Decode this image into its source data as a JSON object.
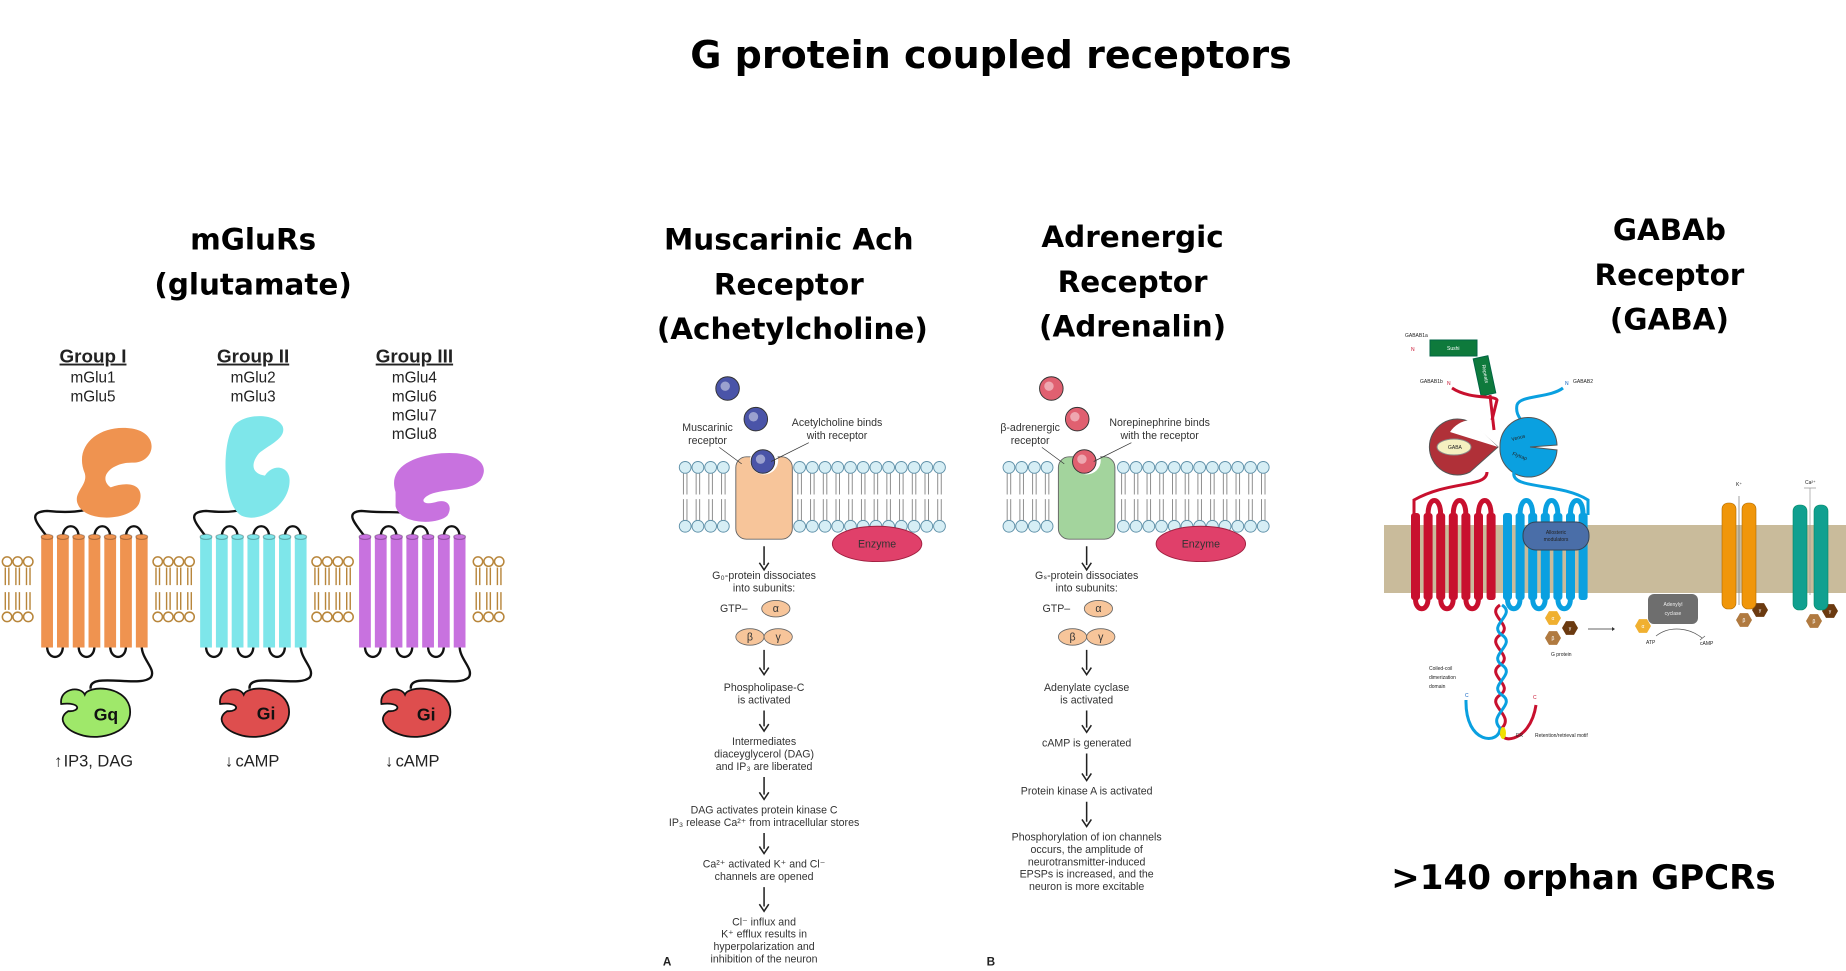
{
  "title": "G protein coupled receptors",
  "mglur": {
    "heading": [
      "mGluRs",
      "(glutamate)"
    ],
    "groups": [
      {
        "name": "Group I",
        "members": [
          "mGlu1",
          "mGlu5"
        ],
        "gprotein": "Gq",
        "effect": "IP3, DAG",
        "effect_arrow": "up",
        "color": "#ef9350",
        "gcolor": "#9fe86a"
      },
      {
        "name": "Group II",
        "members": [
          "mGlu2",
          "mGlu3"
        ],
        "gprotein": "Gi",
        "effect": "cAMP",
        "effect_arrow": "down",
        "color": "#7ee6ea",
        "gcolor": "#de4e4e"
      },
      {
        "name": "Group III",
        "members": [
          "mGlu4",
          "mGlu6",
          "mGlu7",
          "mGlu8"
        ],
        "gprotein": "Gi",
        "effect": "cAMP",
        "effect_arrow": "down",
        "color": "#c872df",
        "gcolor": "#de4e4e"
      }
    ]
  },
  "muscarinic": {
    "heading": [
      "Muscarinic Ach",
      "Receptor",
      "(Achetylcholine)"
    ],
    "receptor_label": [
      "Muscarinic",
      "receptor"
    ],
    "ligand_label": [
      "Acetylcholine binds",
      "with receptor"
    ],
    "enzyme": "Enzyme",
    "gtp": "GTP–",
    "subunits": [
      "α",
      "β",
      "γ"
    ],
    "steps": [
      [
        "G₀-protein dissociates",
        "into subunits:"
      ],
      [
        "Phospholipase-C",
        "is activated"
      ],
      [
        "Intermediates",
        "diaceyglycerol (DAG)",
        "and IP₃ are liberated"
      ],
      [
        "DAG activates protein kinase C",
        "IP₃ release Ca²⁺ from intracellular stores"
      ],
      [
        "Ca²⁺ activated K⁺ and Cl⁻",
        "channels are opened"
      ],
      [
        "Cl⁻ influx and",
        "K⁺ efflux results in",
        "hyperpolarization and",
        "inhibition of the neuron"
      ]
    ],
    "panel_letter": "A",
    "receptor_color": "#f7c59a",
    "ligand_color": "#4a54a8"
  },
  "adrenergic": {
    "heading": [
      "Adrenergic",
      "Receptor",
      "(Adrenalin)"
    ],
    "receptor_label": [
      "β-adrenergic",
      "receptor"
    ],
    "ligand_label": [
      "Norepinephrine binds",
      "with the receptor"
    ],
    "enzyme": "Enzyme",
    "gtp": "GTP–",
    "subunits": [
      "α",
      "β",
      "γ"
    ],
    "steps": [
      [
        "Gₛ-protein dissociates",
        "into subunits:"
      ],
      [
        "Adenylate cyclase",
        "is activated"
      ],
      [
        "cAMP is generated"
      ],
      [
        "Protein kinase A is activated"
      ],
      [
        "Phosphorylation of ion channels",
        "occurs, the amplitude of",
        "neurotransmitter-induced",
        "EPSPs is increased, and the",
        "neuron is more excitable"
      ]
    ],
    "panel_letter": "B",
    "receptor_color": "#a3d49d",
    "ligand_color": "#e06070"
  },
  "gabab": {
    "heading": [
      "GABAb",
      "Receptor",
      "(GABA)"
    ],
    "labels": {
      "gabab1a": "GABAB1a",
      "gabab1b": "GABAB1b",
      "gabab2": "GABAB2",
      "n": "N",
      "c": "C",
      "sushi": "Sushi",
      "repeats": "Repeats",
      "gaba": "GABA",
      "venus": "Venus",
      "flytrap": "Flytrap",
      "allosteric": [
        "Allosteric",
        "modulators"
      ],
      "g_protein": "G protein",
      "alpha": "α",
      "beta": "β",
      "gamma": "γ",
      "adenylyl": [
        "Adenylyl",
        "cyclase"
      ],
      "atp": "ATP",
      "camp": "cAMP",
      "k": "K⁺",
      "ca": "Ca²⁺",
      "coiled": [
        "Coiled-coil",
        "dimerization",
        "domain"
      ],
      "er": "ER",
      "retention": "Retention/retrieval motif"
    },
    "colors": {
      "gabab1": "#c8102e",
      "gabab2": "#0aa0e0",
      "membrane": "#c9bb9b",
      "k_channel": "#f0960a",
      "ca_channel": "#10a090"
    }
  },
  "orphan": ">140 orphan GPCRs"
}
